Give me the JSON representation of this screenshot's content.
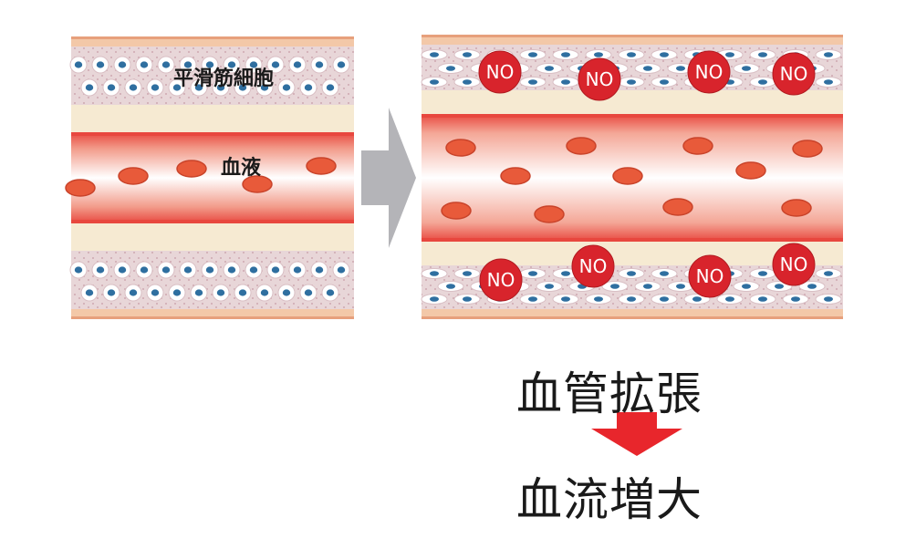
{
  "labels": {
    "smooth_muscle": "平滑筋細胞",
    "blood": "血液",
    "vasodilation": "血管拡張",
    "blood_flow_increase": "血流増大"
  },
  "no_marker": "NO",
  "colors": {
    "tissue": "#e8d6d8",
    "tissue_dots": "#c79aa4",
    "outer_band": "#f3c8a8",
    "outer_line": "#e7a07c",
    "cream": "#f6ead2",
    "vessel_wall": "#e8473e",
    "vessel_core": "#ffffff",
    "red_cell": "#e85a3a",
    "red_cell_stroke": "#c9432a",
    "no_fill": "#d8242c",
    "arrow_gray": "#b4b4b8",
    "arrow_red": "#e8262c",
    "nucleus": "#2f6fa0"
  },
  "icons": {
    "transition_arrow": "arrow-right-icon",
    "result_arrow": "arrow-down-icon"
  }
}
